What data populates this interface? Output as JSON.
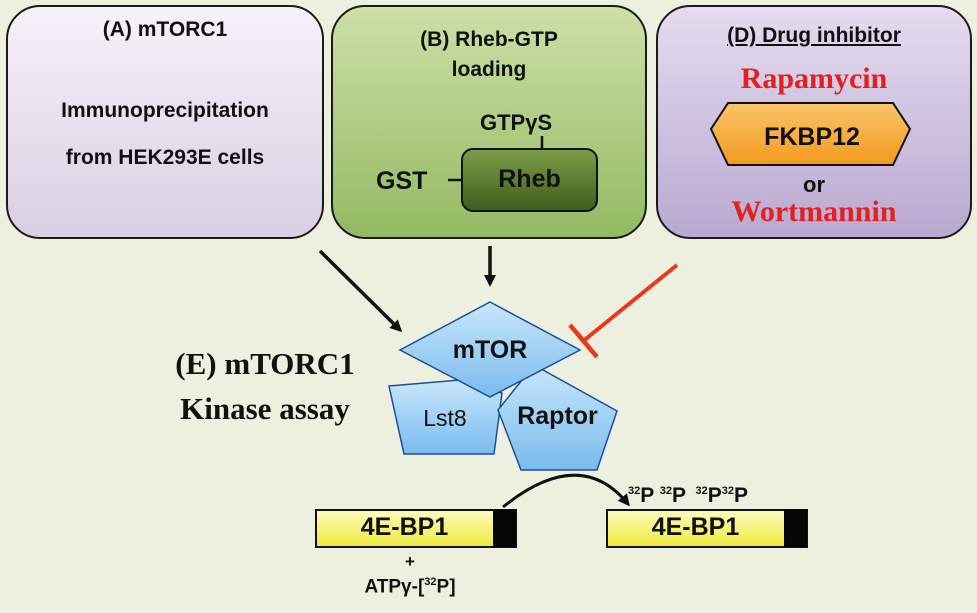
{
  "panel_a": {
    "title": "(A) mTORC1",
    "line1": "Immunoprecipitation",
    "line2": "from HEK293E cells"
  },
  "panel_b": {
    "title_line1": "(B) Rheb-GTP",
    "title_line2": "loading",
    "gtp": "GTPγS",
    "gst": "GST",
    "rheb": "Rheb"
  },
  "panel_d": {
    "title": "(D) Drug inhibitor",
    "drug1": "Rapamycin",
    "protein": "FKBP12",
    "or": "or",
    "drug2": "Wortmannin"
  },
  "complex": {
    "mtor": "mTOR",
    "lst8": "Lst8",
    "raptor": "Raptor"
  },
  "assay": {
    "line1": "(E) mTORC1",
    "line2": "Kinase assay"
  },
  "substrate": {
    "label": "4E-BP1",
    "plus": "+",
    "atp_prefix": "ATPγ-[",
    "atp_sup": "32",
    "atp_suffix": "P]"
  },
  "product": {
    "label": "4E-BP1",
    "sup": "32",
    "p": "P"
  },
  "colors": {
    "inhibition": "#e8391c",
    "complex_fill": "#8fcaf3",
    "fkbp_fill": "#f9a634",
    "substrate_fill": "#f7f57a",
    "drug_text": "#e32020"
  }
}
